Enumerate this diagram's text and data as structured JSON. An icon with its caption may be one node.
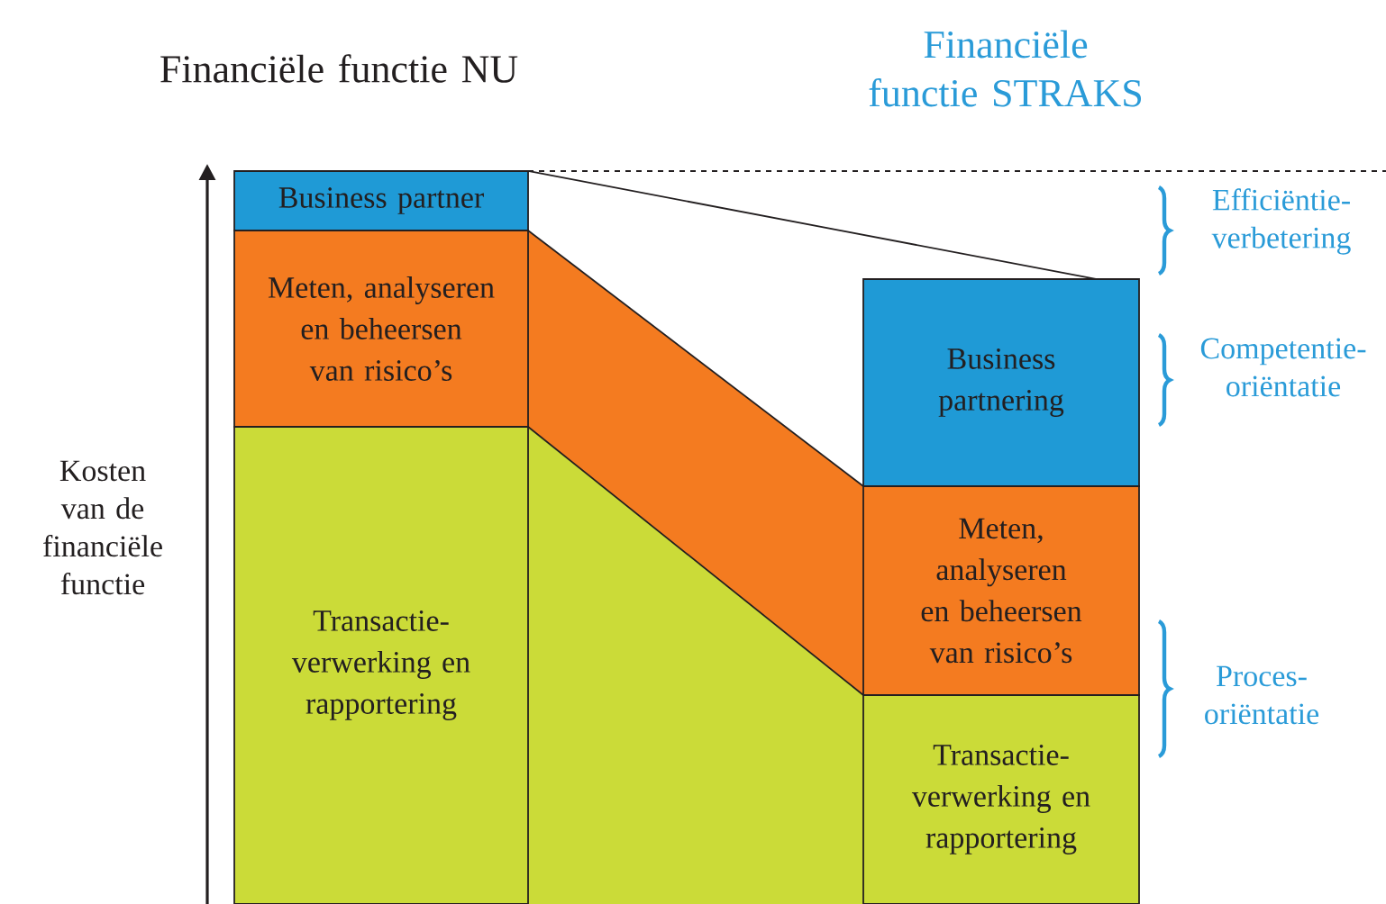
{
  "diagram": {
    "nodes": [
      {
        "text": [
          "Business partner"
        ]
      },
      {
        "text": [
          "Meten, analyseren en beheersen van risico’s"
        ]
      },
      {
        "text": [
          "Transactie-verwerking en rapportering"
        ]
      },
      {
        "text": [
          "Business partnering"
        ]
      },
      {
        "text": [
          "Meten, analyseren en beheersen van risico’s"
        ]
      },
      {
        "text": [
          "Transactie-verwerking en rapportering"
        ]
      }
    ],
    "labels": [
      "Financiële functie NU",
      "Financiële functie STRAKS",
      "Kosten van de financiële functie",
      "Efficiëntie-verbetering",
      "Competentie-oriëntatie",
      "Proces-oriëntatie"
    ]
  }
}
